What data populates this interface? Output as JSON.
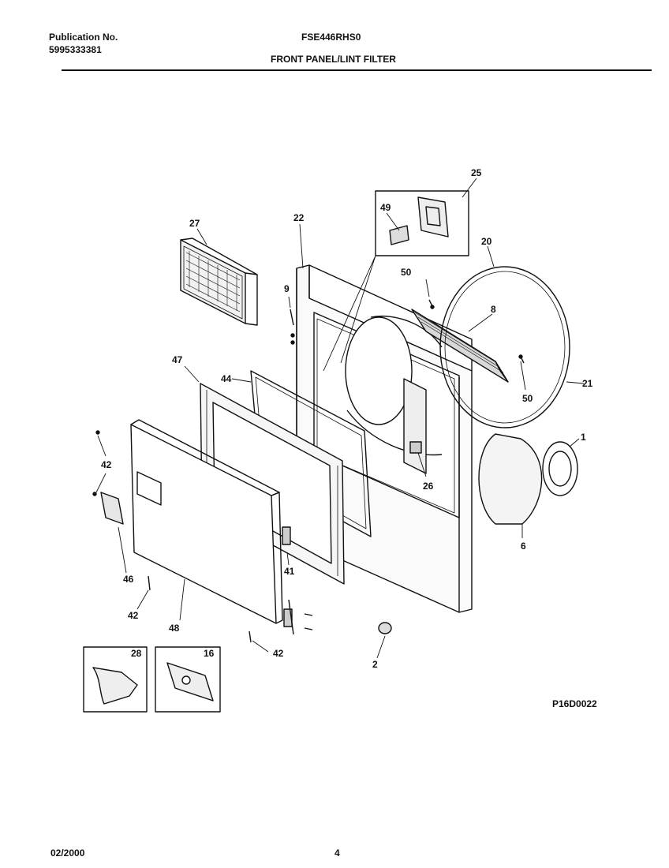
{
  "header": {
    "publication_label": "Publication No.",
    "publication_number": "5995333381",
    "model": "FSE446RHS0",
    "section_title": "FRONT PANEL/LINT FILTER"
  },
  "diagram": {
    "callouts": [
      "27",
      "22",
      "9",
      "25",
      "49",
      "20",
      "50",
      "8",
      "21",
      "50",
      "47",
      "44",
      "1",
      "42",
      "26",
      "6",
      "46",
      "41",
      "42",
      "48",
      "42",
      "2",
      "28",
      "16"
    ],
    "drawing_code": "P16D0022"
  },
  "footer": {
    "date": "02/2000",
    "page_number": "4"
  }
}
